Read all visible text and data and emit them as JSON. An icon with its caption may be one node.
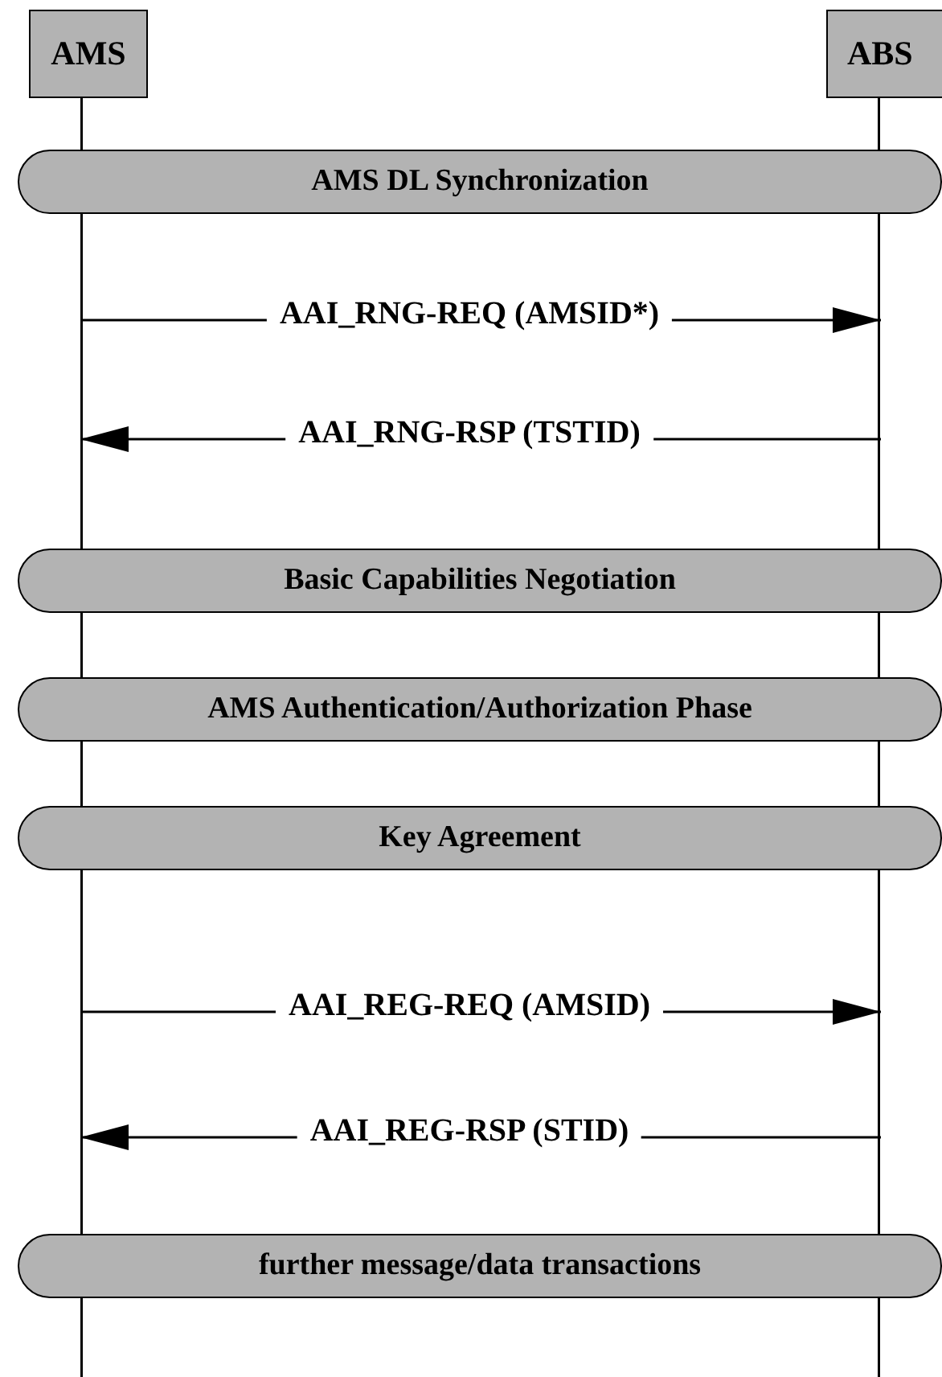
{
  "diagram": {
    "nodes": [
      {
        "text": [
          "AMS"
        ]
      },
      {
        "text": [
          "ABS"
        ]
      },
      {
        "text": [
          "AMS DL Synchronization"
        ]
      },
      {
        "text": [
          "Basic Capabilities Negotiation"
        ]
      },
      {
        "text": [
          "AMS Authentication/Authorization Phase"
        ]
      },
      {
        "text": [
          "Key Agreement"
        ]
      },
      {
        "text": [
          "further message/data transactions"
        ]
      }
    ],
    "edges": [
      {
        "from": 0,
        "to": 1,
        "arrow": "to",
        "label": "AAI_RNG-REQ (AMSID*)"
      },
      {
        "from": 1,
        "to": 0,
        "arrow": "to",
        "label": "AAI_RNG-RSP (TSTID)"
      },
      {
        "from": 0,
        "to": 1,
        "arrow": "to",
        "label": "AAI_REG-REQ (AMSID)"
      },
      {
        "from": 1,
        "to": 0,
        "arrow": "to",
        "label": "AAI_REG-RSP (STID)"
      }
    ]
  }
}
